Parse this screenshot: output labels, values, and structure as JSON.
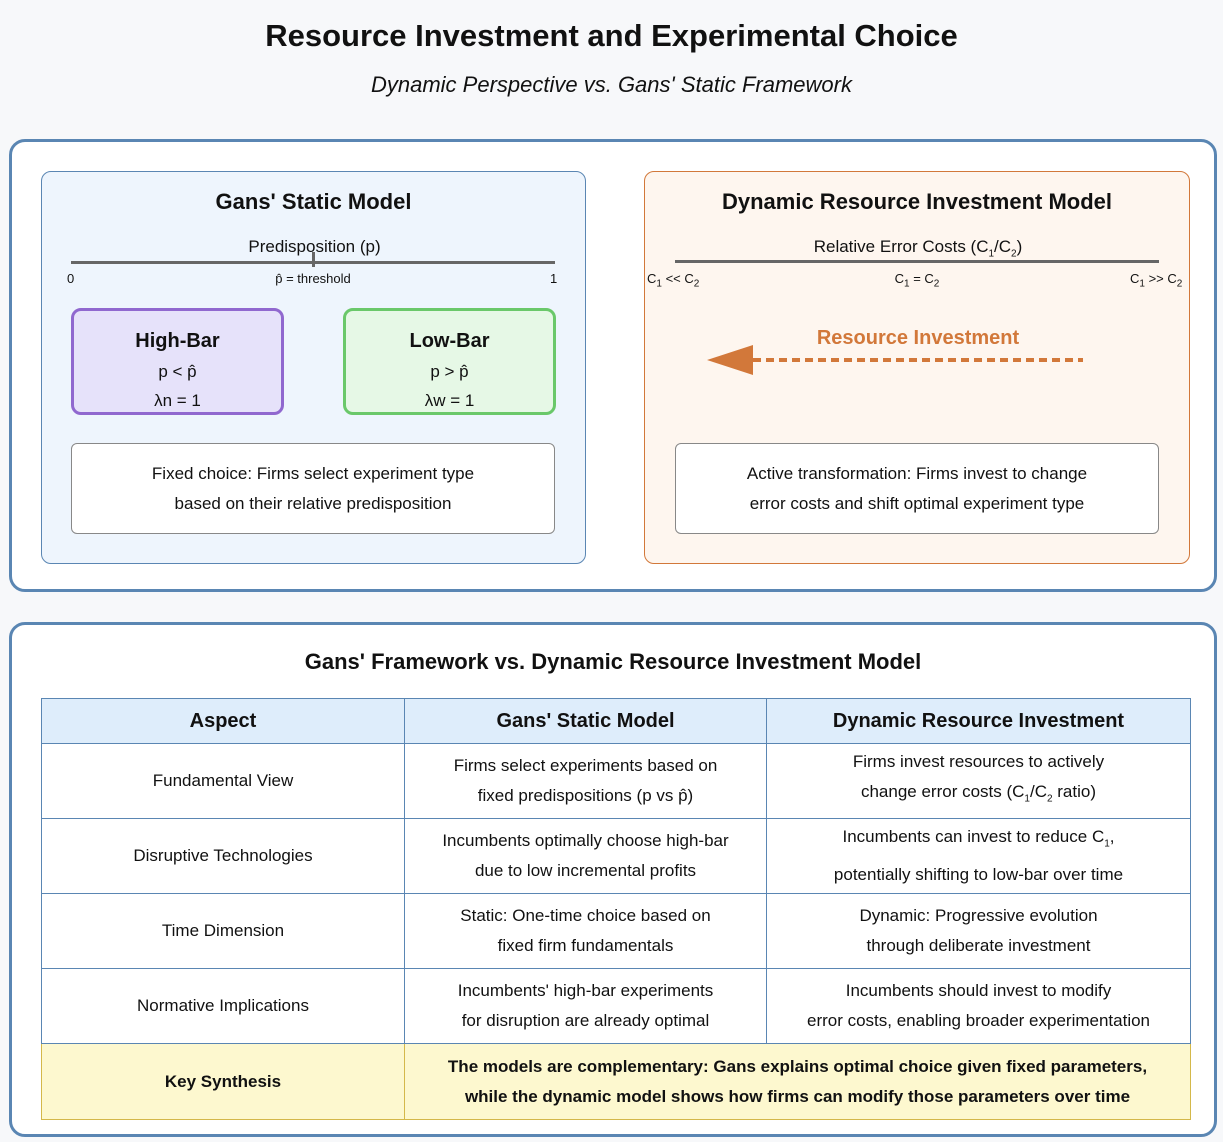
{
  "header": {
    "title": "Resource Investment and Experimental Choice",
    "subtitle": "Dynamic Perspective vs. Gans' Static Framework"
  },
  "static_model": {
    "title": "Gans' Static Model",
    "scale_label": "Predisposition (p)",
    "tick_min": "0",
    "tick_mid": "p̂ = threshold",
    "tick_max": "1",
    "high_bar": {
      "title": "High-Bar",
      "condition": "p < p̂",
      "lambda": "λn = 1"
    },
    "low_bar": {
      "title": "Low-Bar",
      "condition": "p > p̂",
      "lambda": "λw = 1"
    },
    "note_line1": "Fixed choice: Firms select experiment type",
    "note_line2": "based on their relative predisposition"
  },
  "dynamic_model": {
    "title": "Dynamic Resource Investment Model",
    "scale_label_pre": "Relative Error Costs (C",
    "scale_label_mid": "/C",
    "scale_label_post": ")",
    "tick_left_a": "C",
    "tick_left_b": " << C",
    "tick_mid_a": "C",
    "tick_mid_b": " = C",
    "tick_right_a": "C",
    "tick_right_b": " >> C",
    "sub1": "1",
    "sub2": "2",
    "arrow_label": "Resource Investment",
    "note_line1": "Active transformation: Firms invest to change",
    "note_line2": "error costs and shift optimal experiment type"
  },
  "comparison": {
    "title": "Gans' Framework vs. Dynamic Resource Investment Model",
    "headers": [
      "Aspect",
      "Gans' Static Model",
      "Dynamic Resource Investment"
    ],
    "rows": [
      {
        "aspect": "Fundamental View",
        "static": [
          "Firms select experiments based on",
          "fixed predispositions (p vs p̂)"
        ],
        "dynamic": [
          "Firms invest resources to actively",
          "change error costs (C",
          "/C",
          " ratio)"
        ]
      },
      {
        "aspect": "Disruptive Technologies",
        "static": [
          "Incumbents optimally choose high-bar",
          "due to low incremental profits"
        ],
        "dynamic": [
          "Incumbents can invest to reduce C",
          ",",
          "potentially shifting to low-bar over time"
        ]
      },
      {
        "aspect": "Time Dimension",
        "static": [
          "Static: One-time choice based on",
          "fixed firm fundamentals"
        ],
        "dynamic": [
          "Dynamic: Progressive evolution",
          "through deliberate investment"
        ]
      },
      {
        "aspect": "Normative Implications",
        "static": [
          "Incumbents' high-bar experiments",
          "for disruption are already optimal"
        ],
        "dynamic": [
          "Incumbents should invest to modify",
          "error costs, enabling broader experimentation"
        ]
      }
    ],
    "synthesis": {
      "label": "Key Synthesis",
      "line1": "The models are complementary: Gans explains optimal choice given fixed parameters,",
      "line2": "while the dynamic model shows how firms can modify those parameters over time"
    }
  },
  "colors": {
    "panel_border": "#5a86b3",
    "orange": "#d2783a",
    "purple": "#9068cf",
    "green": "#6ac86a",
    "synthesis_bg": "#fdf8cf"
  }
}
